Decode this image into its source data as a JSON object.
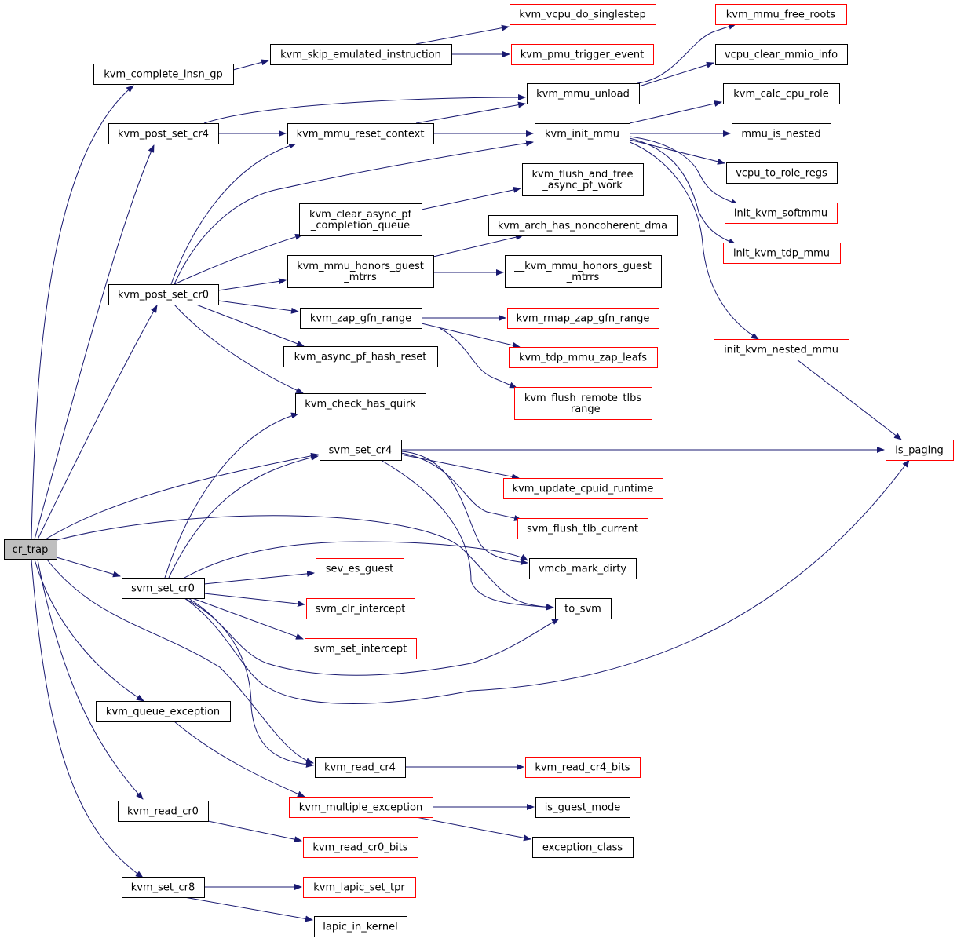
{
  "graph": {
    "colors": {
      "edge": "#191970",
      "node_border": "#000000",
      "external_node_border": "#ff0000",
      "root_fill": "#bfbfbf",
      "node_fill": "#ffffff"
    },
    "nodes": [
      {
        "id": "cr_trap",
        "lines": [
          "cr_trap"
        ],
        "style": "root"
      },
      {
        "id": "kvm_complete_insn_gp",
        "lines": [
          "kvm_complete_insn_gp"
        ],
        "style": "normal"
      },
      {
        "id": "kvm_skip_emulated_instruction",
        "lines": [
          "kvm_skip_emulated_instruction"
        ],
        "style": "normal"
      },
      {
        "id": "kvm_vcpu_do_singlestep",
        "lines": [
          "kvm_vcpu_do_singlestep"
        ],
        "style": "external"
      },
      {
        "id": "kvm_pmu_trigger_event",
        "lines": [
          "kvm_pmu_trigger_event"
        ],
        "style": "external"
      },
      {
        "id": "kvm_mmu_free_roots",
        "lines": [
          "kvm_mmu_free_roots"
        ],
        "style": "external"
      },
      {
        "id": "vcpu_clear_mmio_info",
        "lines": [
          "vcpu_clear_mmio_info"
        ],
        "style": "normal"
      },
      {
        "id": "kvm_mmu_unload",
        "lines": [
          "kvm_mmu_unload"
        ],
        "style": "normal"
      },
      {
        "id": "kvm_post_set_cr4",
        "lines": [
          "kvm_post_set_cr4"
        ],
        "style": "normal"
      },
      {
        "id": "kvm_mmu_reset_context",
        "lines": [
          "kvm_mmu_reset_context"
        ],
        "style": "normal"
      },
      {
        "id": "kvm_init_mmu",
        "lines": [
          "kvm_init_mmu"
        ],
        "style": "normal"
      },
      {
        "id": "kvm_calc_cpu_role",
        "lines": [
          "kvm_calc_cpu_role"
        ],
        "style": "normal"
      },
      {
        "id": "mmu_is_nested",
        "lines": [
          "mmu_is_nested"
        ],
        "style": "normal"
      },
      {
        "id": "vcpu_to_role_regs",
        "lines": [
          "vcpu_to_role_regs"
        ],
        "style": "normal"
      },
      {
        "id": "init_kvm_softmmu",
        "lines": [
          "init_kvm_softmmu"
        ],
        "style": "external"
      },
      {
        "id": "init_kvm_tdp_mmu",
        "lines": [
          "init_kvm_tdp_mmu"
        ],
        "style": "external"
      },
      {
        "id": "init_kvm_nested_mmu",
        "lines": [
          "init_kvm_nested_mmu"
        ],
        "style": "external"
      },
      {
        "id": "kvm_flush_and_free_async_pf_work",
        "lines": [
          "kvm_flush_and_free",
          "_async_pf_work"
        ],
        "style": "normal"
      },
      {
        "id": "kvm_clear_async_pf_completion_queue",
        "lines": [
          "kvm_clear_async_pf",
          "_completion_queue"
        ],
        "style": "normal"
      },
      {
        "id": "kvm_arch_has_noncoherent_dma",
        "lines": [
          "kvm_arch_has_noncoherent_dma"
        ],
        "style": "normal"
      },
      {
        "id": "kvm_mmu_honors_guest_mtrrs",
        "lines": [
          "kvm_mmu_honors_guest",
          "_mtrrs"
        ],
        "style": "normal"
      },
      {
        "id": "__kvm_mmu_honors_guest_mtrrs",
        "lines": [
          "__kvm_mmu_honors_guest",
          "_mtrrs"
        ],
        "style": "normal"
      },
      {
        "id": "kvm_post_set_cr0",
        "lines": [
          "kvm_post_set_cr0"
        ],
        "style": "normal"
      },
      {
        "id": "kvm_zap_gfn_range",
        "lines": [
          "kvm_zap_gfn_range"
        ],
        "style": "normal"
      },
      {
        "id": "kvm_rmap_zap_gfn_range",
        "lines": [
          "kvm_rmap_zap_gfn_range"
        ],
        "style": "external"
      },
      {
        "id": "kvm_tdp_mmu_zap_leafs",
        "lines": [
          "kvm_tdp_mmu_zap_leafs"
        ],
        "style": "external"
      },
      {
        "id": "kvm_flush_remote_tlbs_range",
        "lines": [
          "kvm_flush_remote_tlbs",
          "_range"
        ],
        "style": "external"
      },
      {
        "id": "kvm_async_pf_hash_reset",
        "lines": [
          "kvm_async_pf_hash_reset"
        ],
        "style": "normal"
      },
      {
        "id": "kvm_check_has_quirk",
        "lines": [
          "kvm_check_has_quirk"
        ],
        "style": "normal"
      },
      {
        "id": "svm_set_cr4",
        "lines": [
          "svm_set_cr4"
        ],
        "style": "normal"
      },
      {
        "id": "is_paging",
        "lines": [
          "is_paging"
        ],
        "style": "external"
      },
      {
        "id": "kvm_update_cpuid_runtime",
        "lines": [
          "kvm_update_cpuid_runtime"
        ],
        "style": "external"
      },
      {
        "id": "svm_flush_tlb_current",
        "lines": [
          "svm_flush_tlb_current"
        ],
        "style": "external"
      },
      {
        "id": "vmcb_mark_dirty",
        "lines": [
          "vmcb_mark_dirty"
        ],
        "style": "normal"
      },
      {
        "id": "svm_set_cr0",
        "lines": [
          "svm_set_cr0"
        ],
        "style": "normal"
      },
      {
        "id": "sev_es_guest",
        "lines": [
          "sev_es_guest"
        ],
        "style": "external"
      },
      {
        "id": "to_svm",
        "lines": [
          "to_svm"
        ],
        "style": "normal"
      },
      {
        "id": "svm_clr_intercept",
        "lines": [
          "svm_clr_intercept"
        ],
        "style": "external"
      },
      {
        "id": "svm_set_intercept",
        "lines": [
          "svm_set_intercept"
        ],
        "style": "external"
      },
      {
        "id": "kvm_queue_exception",
        "lines": [
          "kvm_queue_exception"
        ],
        "style": "normal"
      },
      {
        "id": "kvm_read_cr4",
        "lines": [
          "kvm_read_cr4"
        ],
        "style": "normal"
      },
      {
        "id": "kvm_read_cr4_bits",
        "lines": [
          "kvm_read_cr4_bits"
        ],
        "style": "external"
      },
      {
        "id": "kvm_multiple_exception",
        "lines": [
          "kvm_multiple_exception"
        ],
        "style": "external"
      },
      {
        "id": "is_guest_mode",
        "lines": [
          "is_guest_mode"
        ],
        "style": "normal"
      },
      {
        "id": "kvm_read_cr0",
        "lines": [
          "kvm_read_cr0"
        ],
        "style": "normal"
      },
      {
        "id": "kvm_read_cr0_bits",
        "lines": [
          "kvm_read_cr0_bits"
        ],
        "style": "external"
      },
      {
        "id": "exception_class",
        "lines": [
          "exception_class"
        ],
        "style": "normal"
      },
      {
        "id": "kvm_set_cr8",
        "lines": [
          "kvm_set_cr8"
        ],
        "style": "normal"
      },
      {
        "id": "kvm_lapic_set_tpr",
        "lines": [
          "kvm_lapic_set_tpr"
        ],
        "style": "external"
      },
      {
        "id": "lapic_in_kernel",
        "lines": [
          "lapic_in_kernel"
        ],
        "style": "normal"
      }
    ],
    "edges": [
      [
        "cr_trap",
        "kvm_complete_insn_gp"
      ],
      [
        "cr_trap",
        "kvm_post_set_cr4"
      ],
      [
        "cr_trap",
        "kvm_post_set_cr0"
      ],
      [
        "cr_trap",
        "svm_set_cr4"
      ],
      [
        "cr_trap",
        "to_svm"
      ],
      [
        "cr_trap",
        "svm_set_cr0"
      ],
      [
        "cr_trap",
        "kvm_queue_exception"
      ],
      [
        "cr_trap",
        "kvm_read_cr4"
      ],
      [
        "cr_trap",
        "kvm_read_cr0"
      ],
      [
        "cr_trap",
        "kvm_set_cr8"
      ],
      [
        "kvm_complete_insn_gp",
        "kvm_skip_emulated_instruction"
      ],
      [
        "kvm_skip_emulated_instruction",
        "kvm_vcpu_do_singlestep"
      ],
      [
        "kvm_skip_emulated_instruction",
        "kvm_pmu_trigger_event"
      ],
      [
        "kvm_post_set_cr4",
        "kvm_mmu_unload"
      ],
      [
        "kvm_post_set_cr4",
        "kvm_mmu_reset_context"
      ],
      [
        "kvm_mmu_unload",
        "kvm_mmu_free_roots"
      ],
      [
        "kvm_mmu_unload",
        "vcpu_clear_mmio_info"
      ],
      [
        "kvm_mmu_reset_context",
        "kvm_mmu_unload"
      ],
      [
        "kvm_mmu_reset_context",
        "kvm_init_mmu"
      ],
      [
        "kvm_init_mmu",
        "kvm_calc_cpu_role"
      ],
      [
        "kvm_init_mmu",
        "mmu_is_nested"
      ],
      [
        "kvm_init_mmu",
        "vcpu_to_role_regs"
      ],
      [
        "kvm_init_mmu",
        "init_kvm_softmmu"
      ],
      [
        "kvm_init_mmu",
        "init_kvm_tdp_mmu"
      ],
      [
        "kvm_init_mmu",
        "init_kvm_nested_mmu"
      ],
      [
        "init_kvm_nested_mmu",
        "is_paging"
      ],
      [
        "kvm_post_set_cr0",
        "kvm_mmu_reset_context"
      ],
      [
        "kvm_post_set_cr0",
        "kvm_init_mmu"
      ],
      [
        "kvm_post_set_cr0",
        "kvm_clear_async_pf_completion_queue"
      ],
      [
        "kvm_post_set_cr0",
        "kvm_mmu_honors_guest_mtrrs"
      ],
      [
        "kvm_post_set_cr0",
        "kvm_zap_gfn_range"
      ],
      [
        "kvm_post_set_cr0",
        "kvm_async_pf_hash_reset"
      ],
      [
        "kvm_post_set_cr0",
        "kvm_check_has_quirk"
      ],
      [
        "kvm_clear_async_pf_completion_queue",
        "kvm_flush_and_free_async_pf_work"
      ],
      [
        "kvm_mmu_honors_guest_mtrrs",
        "kvm_arch_has_noncoherent_dma"
      ],
      [
        "kvm_mmu_honors_guest_mtrrs",
        "__kvm_mmu_honors_guest_mtrrs"
      ],
      [
        "kvm_zap_gfn_range",
        "kvm_rmap_zap_gfn_range"
      ],
      [
        "kvm_zap_gfn_range",
        "kvm_tdp_mmu_zap_leafs"
      ],
      [
        "kvm_zap_gfn_range",
        "kvm_flush_remote_tlbs_range"
      ],
      [
        "svm_set_cr4",
        "is_paging"
      ],
      [
        "svm_set_cr4",
        "kvm_update_cpuid_runtime"
      ],
      [
        "svm_set_cr4",
        "svm_flush_tlb_current"
      ],
      [
        "svm_set_cr4",
        "vmcb_mark_dirty"
      ],
      [
        "svm_set_cr4",
        "to_svm"
      ],
      [
        "svm_set_cr0",
        "kvm_check_has_quirk"
      ],
      [
        "svm_set_cr0",
        "svm_set_cr4"
      ],
      [
        "svm_set_cr0",
        "vmcb_mark_dirty"
      ],
      [
        "svm_set_cr0",
        "sev_es_guest"
      ],
      [
        "svm_set_cr0",
        "svm_clr_intercept"
      ],
      [
        "svm_set_cr0",
        "svm_set_intercept"
      ],
      [
        "svm_set_cr0",
        "to_svm"
      ],
      [
        "svm_set_cr0",
        "is_paging"
      ],
      [
        "svm_set_cr0",
        "kvm_read_cr4"
      ],
      [
        "kvm_read_cr4",
        "kvm_read_cr4_bits"
      ],
      [
        "kvm_queue_exception",
        "kvm_multiple_exception"
      ],
      [
        "kvm_multiple_exception",
        "is_guest_mode"
      ],
      [
        "kvm_multiple_exception",
        "exception_class"
      ],
      [
        "kvm_read_cr0",
        "kvm_read_cr0_bits"
      ],
      [
        "kvm_set_cr8",
        "kvm_lapic_set_tpr"
      ],
      [
        "kvm_set_cr8",
        "lapic_in_kernel"
      ]
    ]
  }
}
